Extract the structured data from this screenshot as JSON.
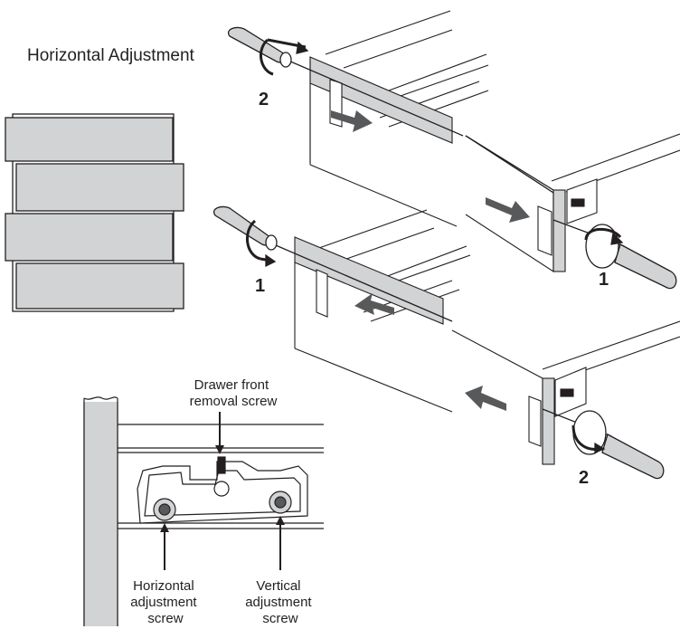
{
  "title": "Horizontal Adjustment",
  "step_labels": {
    "top_left": "2",
    "top_right": "1",
    "bottom_left": "1",
    "bottom_right": "2"
  },
  "callouts": {
    "removal_screw": [
      "Drawer front",
      "removal screw"
    ],
    "horizontal_screw": [
      "Horizontal",
      "adjustment",
      "screw"
    ],
    "vertical_screw": [
      "Vertical",
      "adjustment",
      "screw"
    ]
  },
  "colors": {
    "ink": "#231f20",
    "panel_fill": "#d1d3d4",
    "panel_edge": "#b3b5b8",
    "arrow": "#58595b"
  }
}
